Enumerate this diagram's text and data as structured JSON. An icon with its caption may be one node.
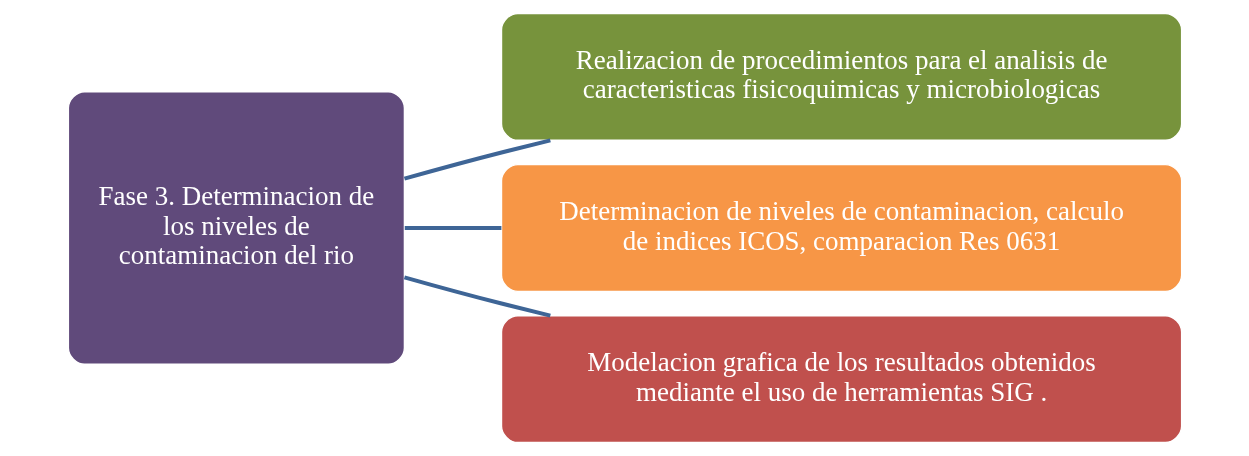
{
  "diagram": {
    "nodes": [
      {
        "text": [
          "Fase 3. Determinacion de los niveles de contaminacion del rio"
        ]
      },
      {
        "text": [
          "Realizacion de procedimientos para el analisis de caracteristicas fisicoquimicas y microbiologicas"
        ]
      },
      {
        "text": [
          "Determinacion de niveles de contaminacion, calculo de indices ICOS, comparacion Res 0631"
        ]
      },
      {
        "text": [
          "Modelacion grafica de los resultados obtenidos mediante el uso de herramientas SIG ."
        ]
      }
    ],
    "edges": [
      {
        "from": 0,
        "to": 1,
        "arrow": "none"
      },
      {
        "from": 0,
        "to": 2,
        "arrow": "none"
      },
      {
        "from": 0,
        "to": 3,
        "arrow": "none"
      }
    ]
  }
}
